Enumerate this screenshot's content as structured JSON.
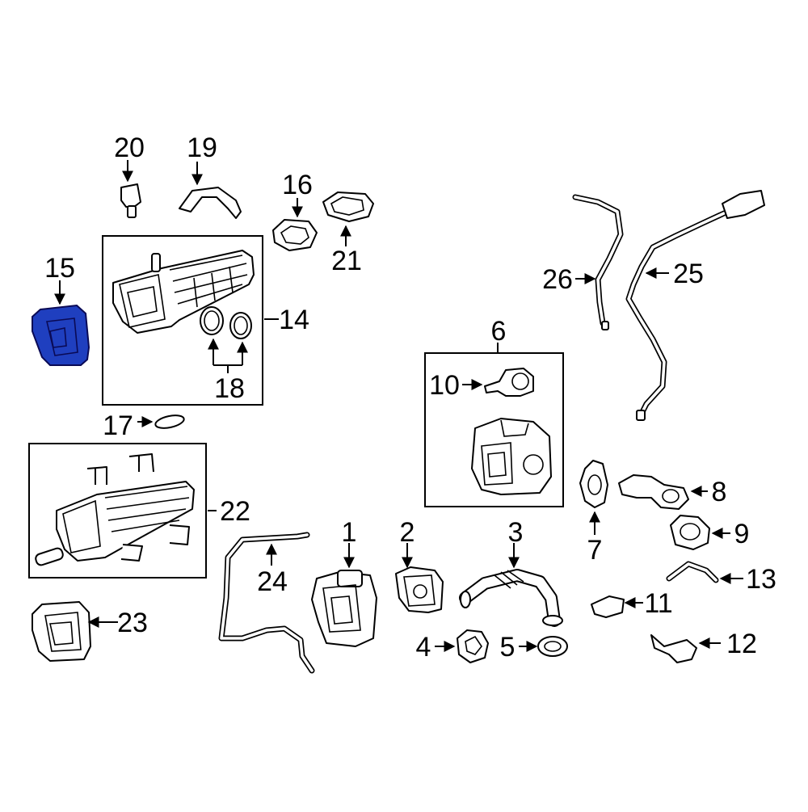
{
  "diagram": {
    "highlight_color": "#1f3fbf",
    "callouts": [
      {
        "id": "1",
        "text": "1"
      },
      {
        "id": "2",
        "text": "2"
      },
      {
        "id": "3",
        "text": "3"
      },
      {
        "id": "4",
        "text": "4"
      },
      {
        "id": "5",
        "text": "5"
      },
      {
        "id": "6",
        "text": "6"
      },
      {
        "id": "7",
        "text": "7"
      },
      {
        "id": "8",
        "text": "8"
      },
      {
        "id": "9",
        "text": "9"
      },
      {
        "id": "10",
        "text": "10"
      },
      {
        "id": "11",
        "text": "11"
      },
      {
        "id": "12",
        "text": "12"
      },
      {
        "id": "13",
        "text": "13"
      },
      {
        "id": "14",
        "text": "14"
      },
      {
        "id": "15",
        "text": "15"
      },
      {
        "id": "16",
        "text": "16"
      },
      {
        "id": "17",
        "text": "17"
      },
      {
        "id": "18",
        "text": "18"
      },
      {
        "id": "19",
        "text": "19"
      },
      {
        "id": "20",
        "text": "20"
      },
      {
        "id": "21",
        "text": "21"
      },
      {
        "id": "22",
        "text": "22"
      },
      {
        "id": "23",
        "text": "23"
      },
      {
        "id": "24",
        "text": "24"
      },
      {
        "id": "25",
        "text": "25"
      },
      {
        "id": "26",
        "text": "26"
      }
    ]
  }
}
